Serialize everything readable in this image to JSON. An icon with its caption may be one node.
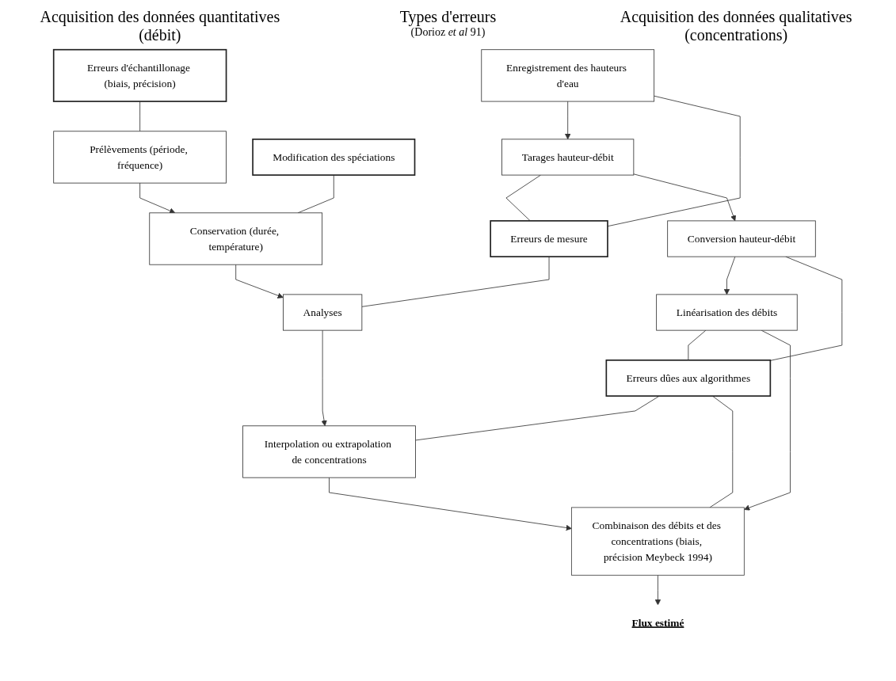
{
  "diagram": {
    "nodes": [
      {
        "text": [
          "Enregistrement des hauteurs d'eau"
        ]
      },
      {
        "text": [
          "Erreurs d'échantillonage (biais, précision)"
        ]
      },
      {
        "text": [
          "Prélèvements (période, fréquence)"
        ]
      },
      {
        "text": [
          "Modification des spéciations"
        ]
      },
      {
        "text": [
          "Conservation (durée, température)"
        ]
      },
      {
        "text": [
          "Tarages hauteur-débit"
        ]
      },
      {
        "text": [
          "Erreurs de mesure"
        ]
      },
      {
        "text": [
          "Analyses"
        ]
      },
      {
        "text": [
          "Conversion hauteur-débit"
        ]
      },
      {
        "text": [
          "Erreurs dûes aux algorithmes"
        ]
      },
      {
        "text": [
          "Interpolation ou extrapolation de concentrations"
        ]
      },
      {
        "text": [
          "Linéarisation des débits"
        ]
      },
      {
        "text": [
          "Combinaison des débits et des concentrations (biais, précision Meybeck 1994)"
        ]
      },
      {
        "text": [
          "Flux estimé"
        ]
      }
    ],
    "edges": [
      {
        "from": 0,
        "to": 5,
        "arrow": "to"
      },
      {
        "from": 0,
        "to": 6,
        "arrow": "none"
      },
      {
        "from": 1,
        "to": 2,
        "arrow": "none"
      },
      {
        "from": 2,
        "to": 4,
        "arrow": "to"
      },
      {
        "from": 3,
        "to": 4,
        "arrow": "none"
      },
      {
        "from": 4,
        "to": 7,
        "arrow": "to"
      },
      {
        "from": 5,
        "to": 6,
        "arrow": "none"
      },
      {
        "from": 6,
        "to": 7,
        "arrow": "none"
      },
      {
        "from": 5,
        "to": 8,
        "arrow": "to"
      },
      {
        "from": 8,
        "to": 11,
        "arrow": "to"
      },
      {
        "from": 8,
        "to": 9,
        "arrow": "none"
      },
      {
        "from": 11,
        "to": 9,
        "arrow": "none"
      },
      {
        "from": 9,
        "to": 10,
        "arrow": "none"
      },
      {
        "from": 7,
        "to": 10,
        "arrow": "to"
      },
      {
        "from": 9,
        "to": 12,
        "arrow": "none"
      },
      {
        "from": 11,
        "to": 12,
        "arrow": "to"
      },
      {
        "from": 10,
        "to": 12,
        "arrow": "to"
      },
      {
        "from": 12,
        "to": 13,
        "arrow": "to"
      }
    ],
    "labels": [
      "Acquisition des données quantitatives (débit)",
      "Types d'erreurs",
      "(Dorioz *et al* 91)",
      "Acquisition des données qualitatives (concentrations)"
    ]
  }
}
